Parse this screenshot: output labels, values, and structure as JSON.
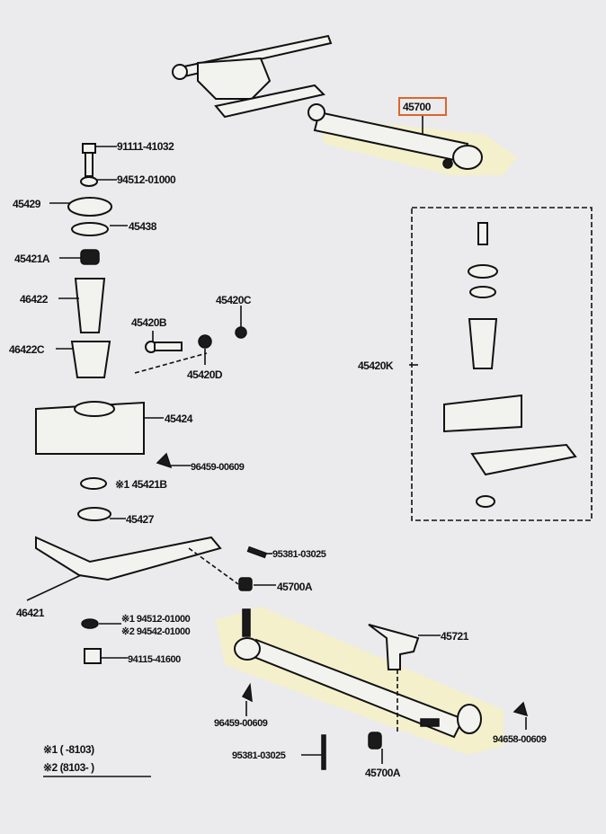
{
  "title": "Steering linkage parts diagram",
  "highlight_color": "#f4f1c6",
  "callout_box_color": "#e0642a",
  "labels": {
    "l45700": "45700",
    "l91111": "91111-41032",
    "l94512a": "94512-01000",
    "l45429": "45429",
    "l45438": "45438",
    "l45421A": "45421A",
    "l46422": "46422",
    "l45420C": "45420C",
    "l45420B": "45420B",
    "l46422C": "46422C",
    "l45420D": "45420D",
    "l45420K": "45420K",
    "l45424": "45424",
    "l96459a": "96459-00609",
    "l45421B": "※1 45421B",
    "l45427": "45427",
    "l95381a": "95381-03025",
    "l45700Aa": "45700A",
    "l46421": "46421",
    "l94512b": "※1 94512-01000",
    "l94542": "※2 94542-01000",
    "l94115": "94115-41600",
    "l45721": "45721",
    "l96459b": "96459-00609",
    "l94658": "94658-00609",
    "l95381b": "95381-03025",
    "l45700Ab": "45700A"
  },
  "legend": {
    "note1": "※1 (      -8103)",
    "note2": "※2 (8103-       )"
  }
}
